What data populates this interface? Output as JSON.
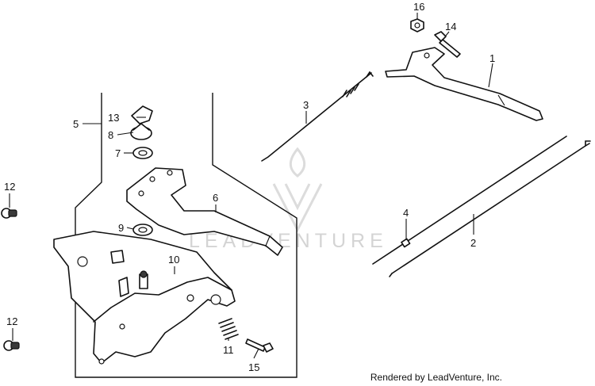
{
  "watermark": {
    "brand": "LEADVENTURE"
  },
  "credit": "Rendered by LeadVenture, Inc.",
  "callouts": {
    "c1": "1",
    "c2": "2",
    "c3": "3",
    "c4": "4",
    "c5": "5",
    "c6": "6",
    "c7": "7",
    "c8": "8",
    "c9": "9",
    "c10": "10",
    "c11": "11",
    "c12a": "12",
    "c12b": "12",
    "c13": "13",
    "c14": "14",
    "c15": "15",
    "c16": "16"
  }
}
